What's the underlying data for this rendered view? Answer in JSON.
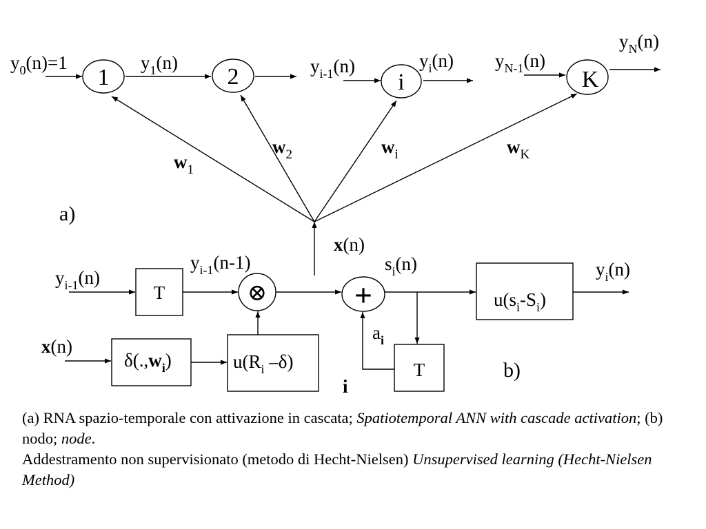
{
  "diagram": {
    "part_a": {
      "label": "a)",
      "nodes": [
        {
          "label": "1"
        },
        {
          "label": "2"
        },
        {
          "label": "i"
        },
        {
          "label": "K"
        }
      ],
      "signals": {
        "y0": {
          "main": "y",
          "sub": "0",
          "tail": "(n)=1"
        },
        "y1": {
          "main": "y",
          "sub": "1",
          "tail": "(n)"
        },
        "yim1": {
          "main": "y",
          "sub": "i-1",
          "tail": "(n)"
        },
        "yi": {
          "main": "y",
          "sub": "i",
          "tail": "(n)"
        },
        "yNm1": {
          "main": "y",
          "sub": "N-1",
          "tail": "(n)"
        },
        "yN": {
          "main": "y",
          "sub": "N",
          "tail": "(n)"
        }
      },
      "weights": [
        {
          "main": "w",
          "sub": "1"
        },
        {
          "main": "w",
          "sub": "2"
        },
        {
          "main": "w",
          "sub": "i"
        },
        {
          "main": "w",
          "sub": "K"
        }
      ],
      "input": {
        "main": "x",
        "tail": "(n)"
      }
    },
    "part_b": {
      "label": "b)",
      "node_label": "i",
      "input_y": {
        "main": "y",
        "sub": "i-1",
        "tail": "(n)"
      },
      "input_x": {
        "main": "x",
        "tail": "(n)"
      },
      "delay_label": "T",
      "delayed_y": {
        "main": "y",
        "sub": "i-1",
        "tail": "(n-1)"
      },
      "distance_block": {
        "pre": "δ(.,",
        "bold": "w",
        "sub": "i",
        "post": ")"
      },
      "activation_block": {
        "pre": "u(R",
        "sub": "i",
        "post": " –δ)"
      },
      "multiply_symbol": "⊗",
      "sum_symbol": "+",
      "state_signal": {
        "main": "s",
        "sub": "i",
        "tail": "(n)"
      },
      "output_block": {
        "pre": "u(s",
        "sub1": "i",
        "mid": "-S",
        "sub2": "i",
        "post": ")"
      },
      "output_signal": {
        "main": "y",
        "sub": "i",
        "tail": "(n)"
      },
      "feedback_label": {
        "main": "a",
        "sub": "i"
      },
      "feedback_delay_label": "T"
    }
  },
  "caption": {
    "line1_a": "(a) RNA spazio-temporale con attivazione in cascata; ",
    "line1_b": "Spatiotemporal ANN with cascade activation",
    "line1_c": "; (b) nodo; ",
    "line1_d": "node",
    "line1_e": ".",
    "line2_a": "Addestramento non supervisionato (metodo di Hecht-Nielsen) ",
    "line2_b": "Unsupervised learning (Hecht-Nielsen Method)"
  }
}
